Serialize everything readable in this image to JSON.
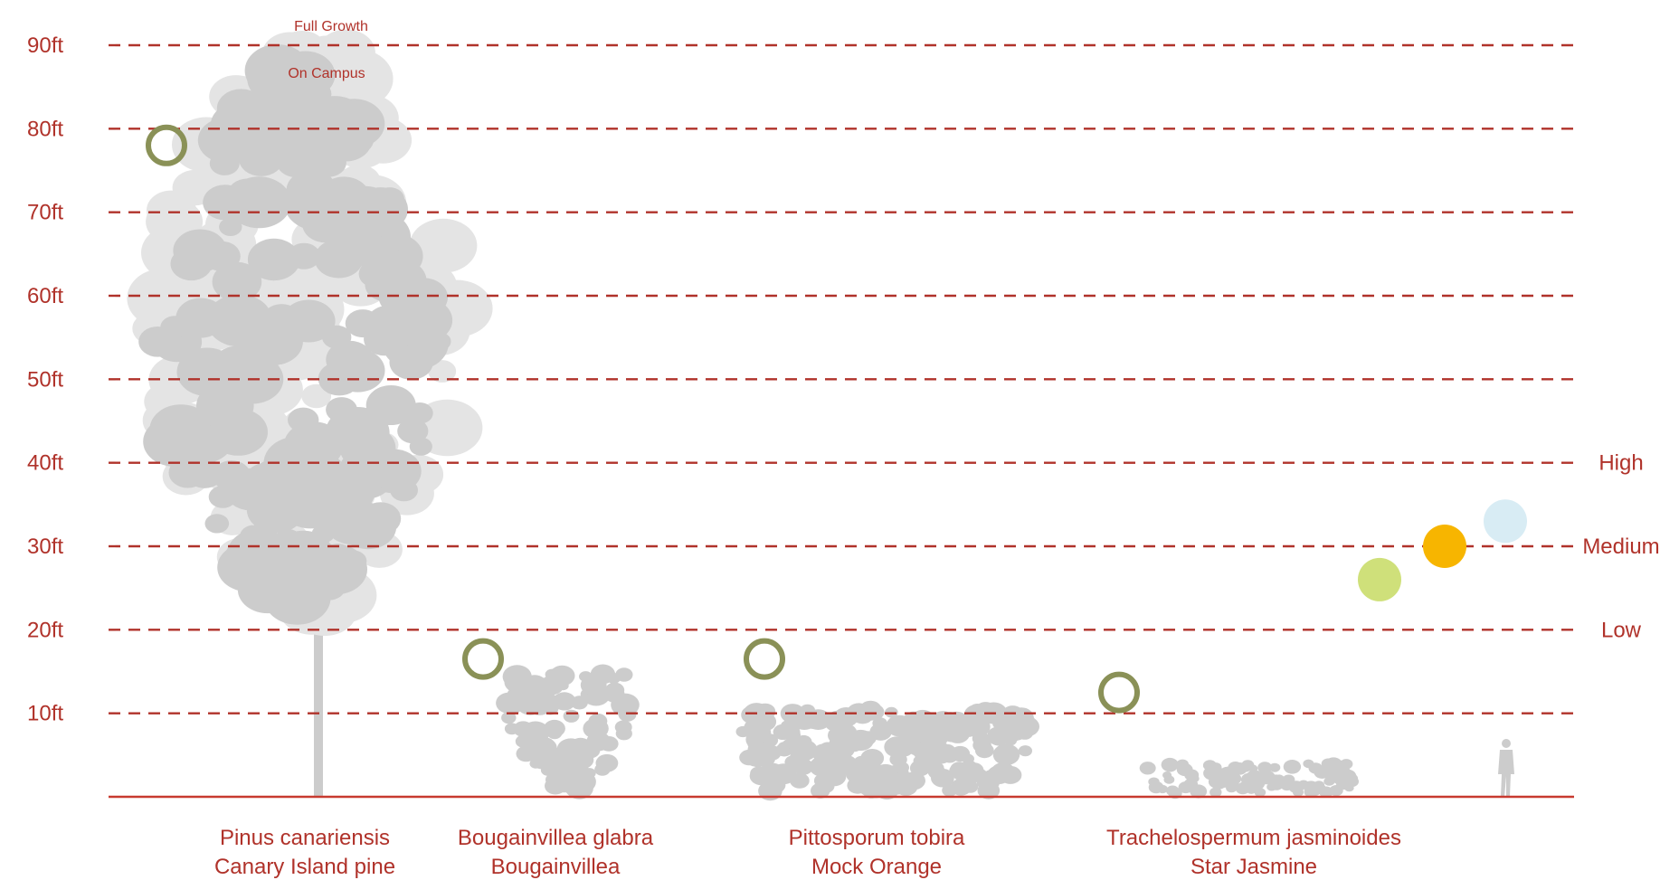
{
  "chart_data": {
    "type": "scatter",
    "y_unit": "ft",
    "ylim": [
      0,
      90
    ],
    "yticks": [
      {
        "value": 10,
        "label": "10ft"
      },
      {
        "value": 20,
        "label": "20ft"
      },
      {
        "value": 30,
        "label": "30ft"
      },
      {
        "value": 40,
        "label": "40ft"
      },
      {
        "value": 50,
        "label": "50ft"
      },
      {
        "value": 60,
        "label": "60ft"
      },
      {
        "value": 70,
        "label": "70ft"
      },
      {
        "value": 80,
        "label": "80ft"
      },
      {
        "value": 90,
        "label": "90ft"
      }
    ],
    "levels": [
      {
        "label": "High",
        "value": 40
      },
      {
        "label": "Medium",
        "value": 30
      },
      {
        "label": "Low",
        "value": 20
      }
    ],
    "annotations": [
      "Full Growth",
      "On Campus"
    ],
    "plants": [
      {
        "latin": "Pinus canariensis",
        "common": "Canary Island pine",
        "marker_height": 78,
        "form": "tree",
        "full_growth": 90,
        "on_campus": 80
      },
      {
        "latin": "Bougainvillea glabra",
        "common": "Bougainvillea",
        "marker_height": 16.5,
        "form": "shrub",
        "full_growth": 16
      },
      {
        "latin": "Pittosporum tobira",
        "common": "Mock Orange",
        "marker_height": 16.5,
        "form": "hedge",
        "full_growth": 10
      },
      {
        "latin": "Trachelospermum jasminoides",
        "common": "Star Jasmine",
        "marker_height": 12.5,
        "form": "groundcover",
        "full_growth": 4
      }
    ],
    "dots": [
      {
        "value": 26,
        "color": "#cfe07a"
      },
      {
        "value": 30,
        "color": "#f7b500"
      },
      {
        "value": 33,
        "color": "#d8ecf4"
      }
    ],
    "colors": {
      "grid": "#b0322a",
      "marker": "#8a9157",
      "foliage": "#cccccc",
      "foliage_light": "#e4e4e4"
    }
  }
}
